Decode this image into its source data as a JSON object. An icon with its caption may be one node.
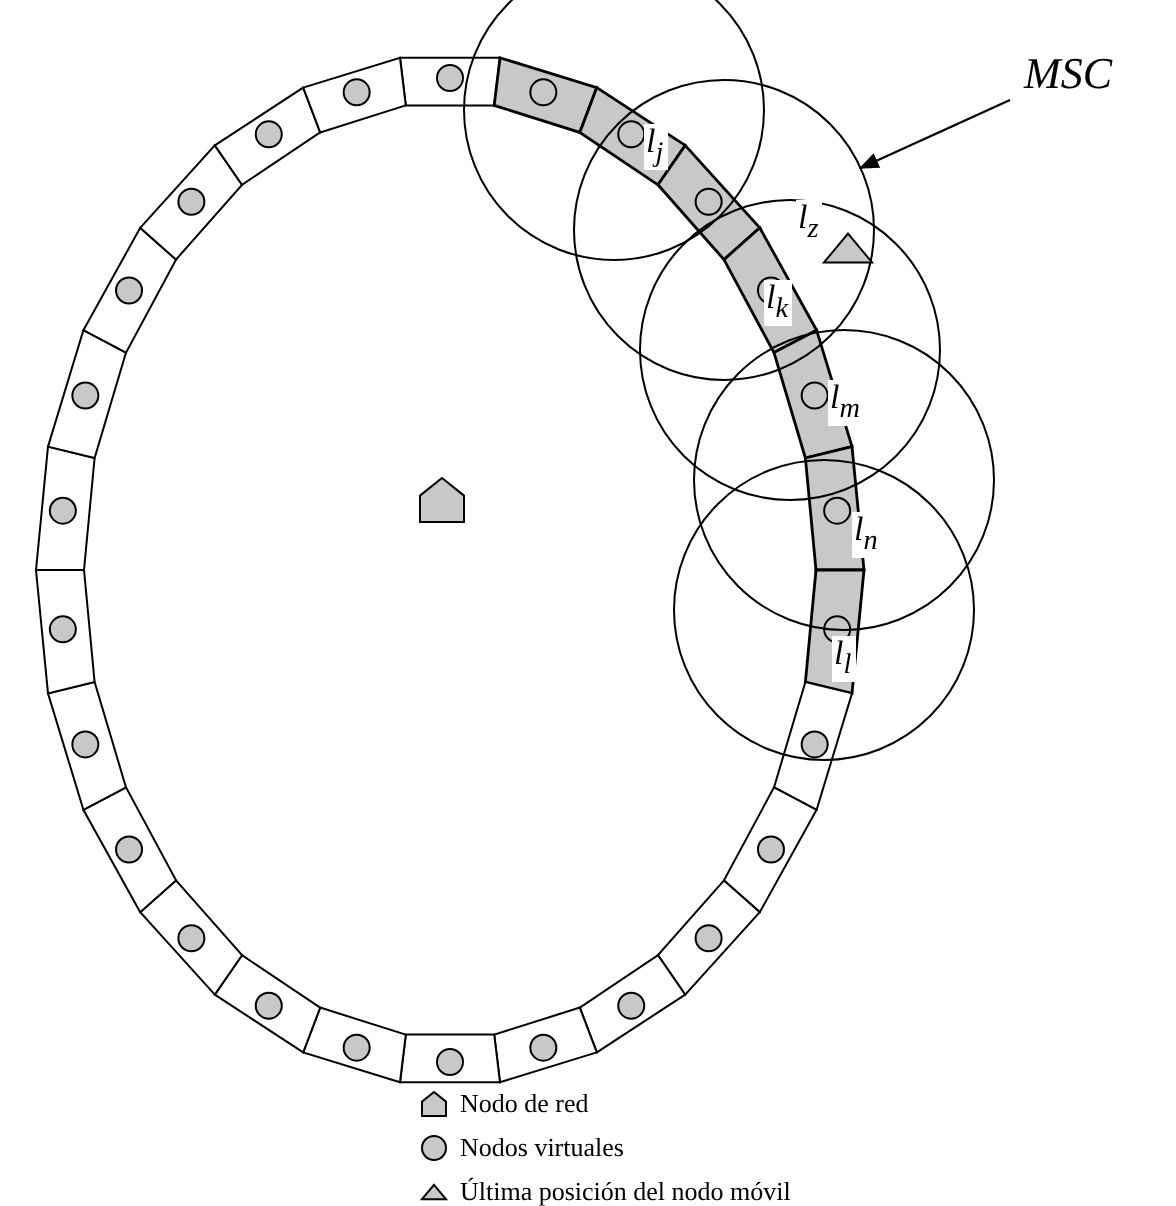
{
  "diagram": {
    "nodes": [
      {
        "text": [
          "MSC"
        ]
      },
      {
        "text": [],
        "shape": "circle"
      },
      {
        "text": [],
        "shape": "circle"
      },
      {
        "text": [],
        "shape": "circle"
      },
      {
        "text": [],
        "shape": "circle"
      },
      {
        "text": [],
        "shape": "circle"
      }
    ],
    "edges": [
      {
        "from": 0,
        "to": 2,
        "arrow": "to"
      }
    ],
    "labels": [
      "l$_{j}$",
      "l$_{z}$",
      "l$_{k}$",
      "l$_{m}$",
      "l$_{n}$",
      "l$_{l}$"
    ],
    "legend": [
      {
        "text": "Nodo de red"
      },
      {
        "text": "Nodos virtuales"
      },
      {
        "text": "Última posición del nodo móvil"
      }
    ]
  }
}
